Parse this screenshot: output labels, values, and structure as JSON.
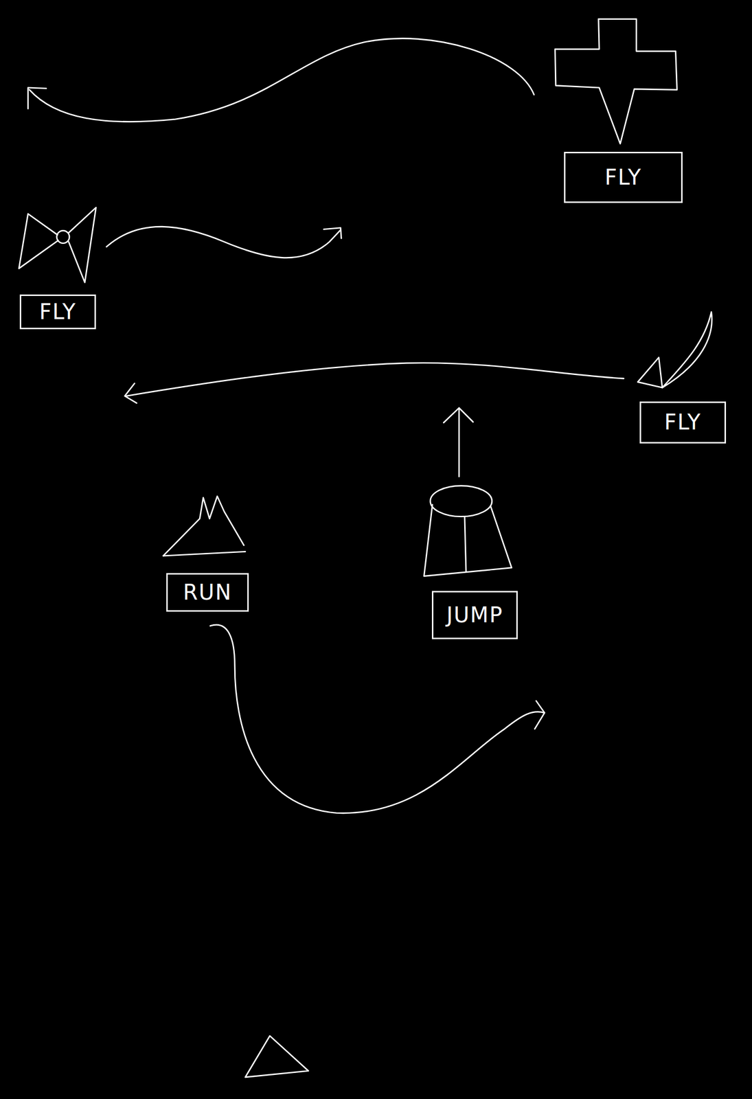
{
  "diagram": {
    "nodes": [
      {
        "text": [
          "FLY"
        ]
      },
      {
        "text": [
          "FLY"
        ]
      },
      {
        "text": [
          "FLY"
        ]
      },
      {
        "text": [
          "RUN"
        ]
      },
      {
        "text": [
          "JUMP"
        ]
      }
    ]
  }
}
